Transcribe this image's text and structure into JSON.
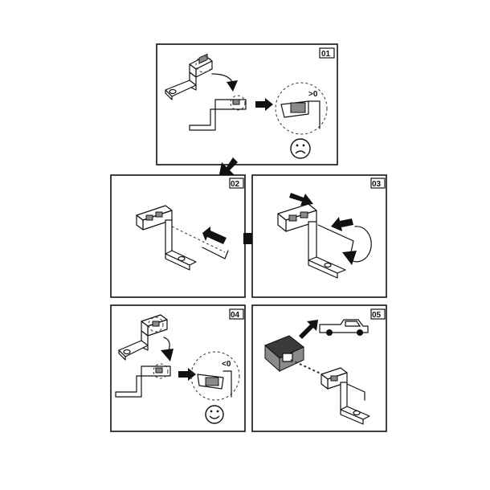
{
  "steps": [
    {
      "number": "01",
      "indicator": ">0",
      "face": "frown"
    },
    {
      "number": "02"
    },
    {
      "number": "03"
    },
    {
      "number": "04",
      "indicator": "<0",
      "face": "smile"
    },
    {
      "number": "05"
    }
  ],
  "colors": {
    "ink": "#111111",
    "paper": "#ffffff",
    "grey": "#8a8a8a"
  },
  "icons": [
    "frown-face-icon",
    "smile-face-icon",
    "pickup-truck-icon",
    "hex-wrench-icon",
    "rotate-arrow-icon"
  ]
}
